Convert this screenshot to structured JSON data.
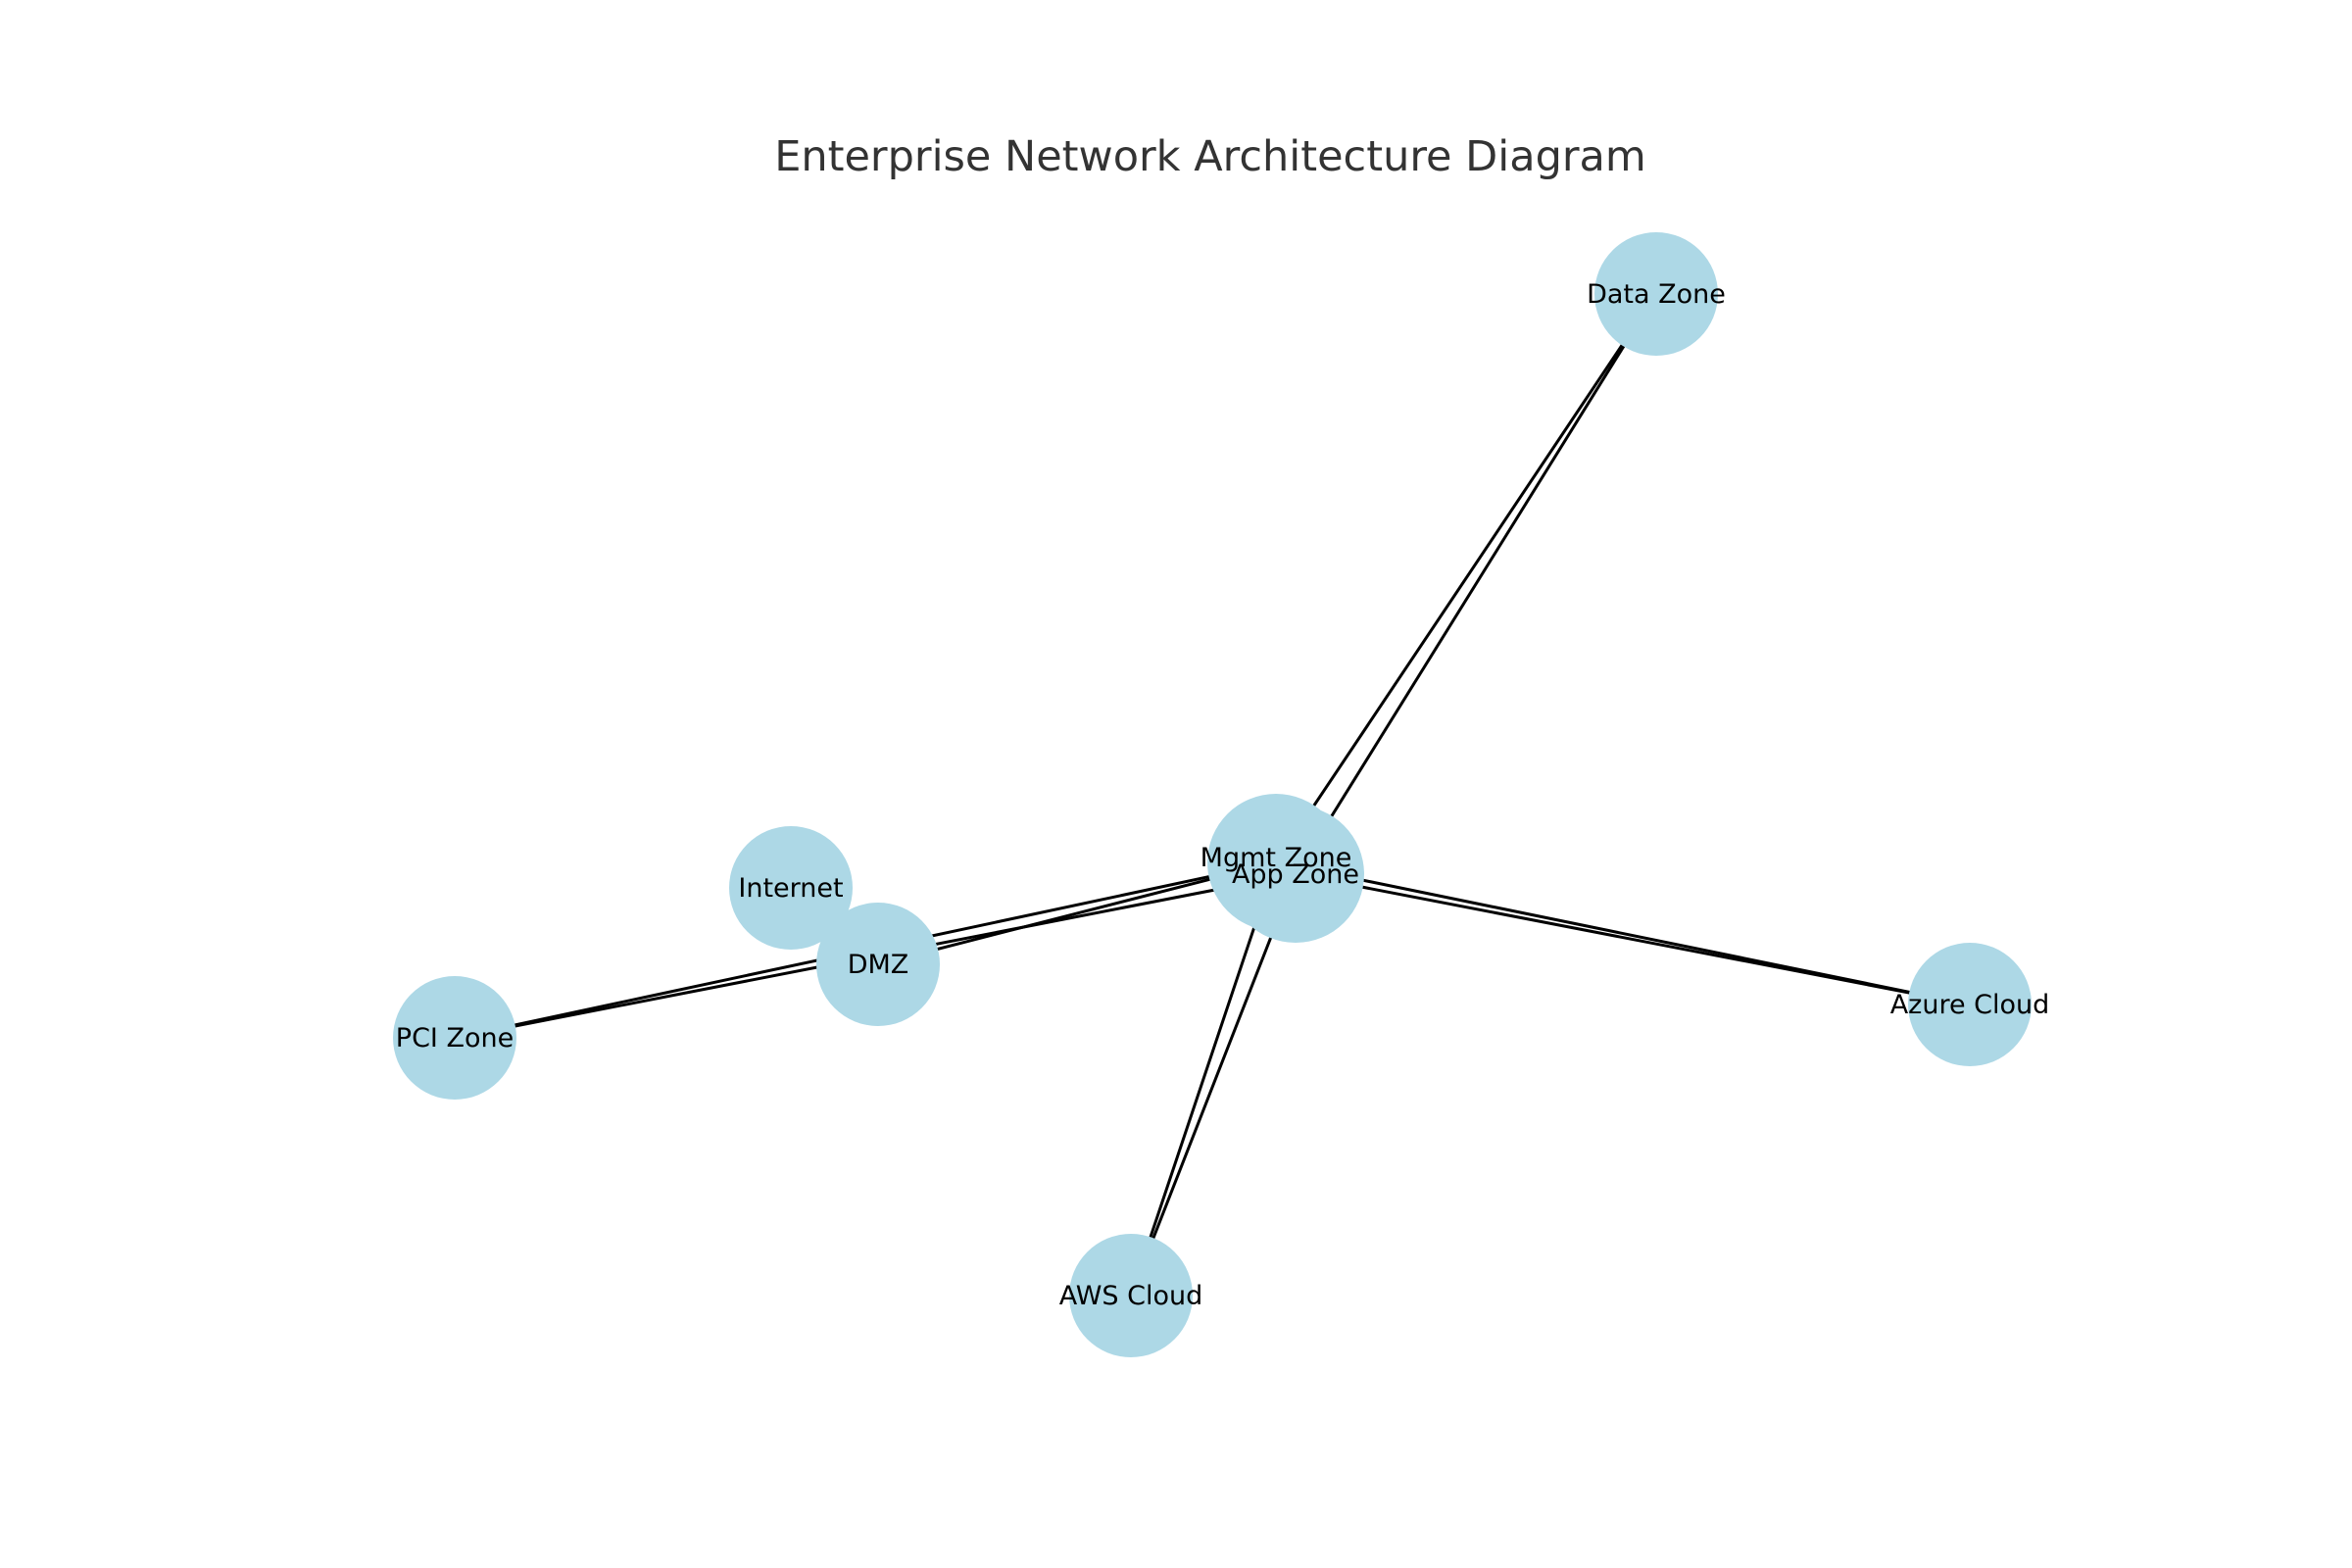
{
  "title": "Enterprise Network Architecture Diagram",
  "colors": {
    "node_fill": "#add8e6",
    "edge": "#000000",
    "title": "#333333",
    "label": "#000000",
    "background": "#ffffff"
  },
  "nodes": [
    {
      "id": "internet",
      "label": "Internet"
    },
    {
      "id": "dmz",
      "label": "DMZ"
    },
    {
      "id": "pci",
      "label": "PCI Zone"
    },
    {
      "id": "mgmt",
      "label": "Mgmt Zone"
    },
    {
      "id": "app",
      "label": "App Zone"
    },
    {
      "id": "data",
      "label": "Data Zone"
    },
    {
      "id": "aws",
      "label": "AWS Cloud"
    },
    {
      "id": "azure",
      "label": "Azure Cloud"
    }
  ],
  "edges": [
    {
      "from": "pci",
      "to": "mgmt"
    },
    {
      "from": "pci",
      "to": "app"
    },
    {
      "from": "dmz",
      "to": "mgmt"
    },
    {
      "from": "mgmt",
      "to": "data"
    },
    {
      "from": "app",
      "to": "data"
    },
    {
      "from": "mgmt",
      "to": "aws"
    },
    {
      "from": "app",
      "to": "aws"
    },
    {
      "from": "mgmt",
      "to": "azure"
    },
    {
      "from": "app",
      "to": "azure"
    }
  ]
}
